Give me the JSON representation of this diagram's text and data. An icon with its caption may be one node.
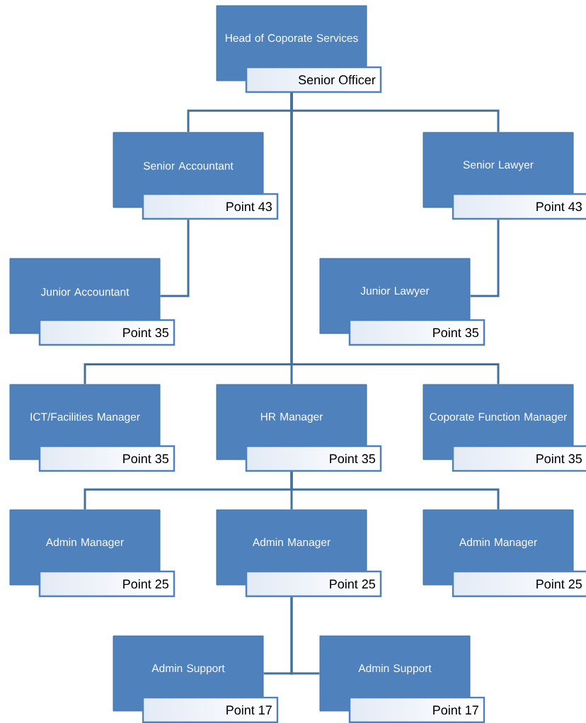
{
  "diagram": {
    "nodes": [
      {
        "text": [
          "Head of Coporate Services",
          "Senior Officer"
        ]
      },
      {
        "text": [
          "Senior Accountant",
          "Point 43"
        ]
      },
      {
        "text": [
          "Senior Lawyer",
          "Point 43"
        ]
      },
      {
        "text": [
          "Junior Accountant",
          "Point 35"
        ]
      },
      {
        "text": [
          "Junior Lawyer",
          "Point 35"
        ]
      },
      {
        "text": [
          "ICT/Facilities Manager",
          "Point 35"
        ]
      },
      {
        "text": [
          "HR Manager",
          "Point 35"
        ]
      },
      {
        "text": [
          "Coporate Function Manager",
          "Point 35"
        ]
      },
      {
        "text": [
          "Admin Manager",
          "Point 25"
        ]
      },
      {
        "text": [
          "Admin Manager",
          "Point 25"
        ]
      },
      {
        "text": [
          "Admin Manager",
          "Point 25"
        ]
      },
      {
        "text": [
          "Admin Support",
          "Point 17"
        ]
      },
      {
        "text": [
          "Admin Support",
          "Point 17"
        ]
      }
    ],
    "edges": [
      {
        "from": 0,
        "to": 1,
        "arrow": "none"
      },
      {
        "from": 0,
        "to": 2,
        "arrow": "none"
      },
      {
        "from": 1,
        "to": 3,
        "arrow": "none"
      },
      {
        "from": 2,
        "to": 4,
        "arrow": "none"
      },
      {
        "from": 0,
        "to": 5,
        "arrow": "none"
      },
      {
        "from": 0,
        "to": 6,
        "arrow": "none"
      },
      {
        "from": 0,
        "to": 7,
        "arrow": "none"
      },
      {
        "from": 6,
        "to": 8,
        "arrow": "none"
      },
      {
        "from": 6,
        "to": 9,
        "arrow": "none"
      },
      {
        "from": 6,
        "to": 10,
        "arrow": "none"
      },
      {
        "from": 9,
        "to": 11,
        "arrow": "none"
      },
      {
        "from": 9,
        "to": 12,
        "arrow": "none"
      }
    ]
  }
}
